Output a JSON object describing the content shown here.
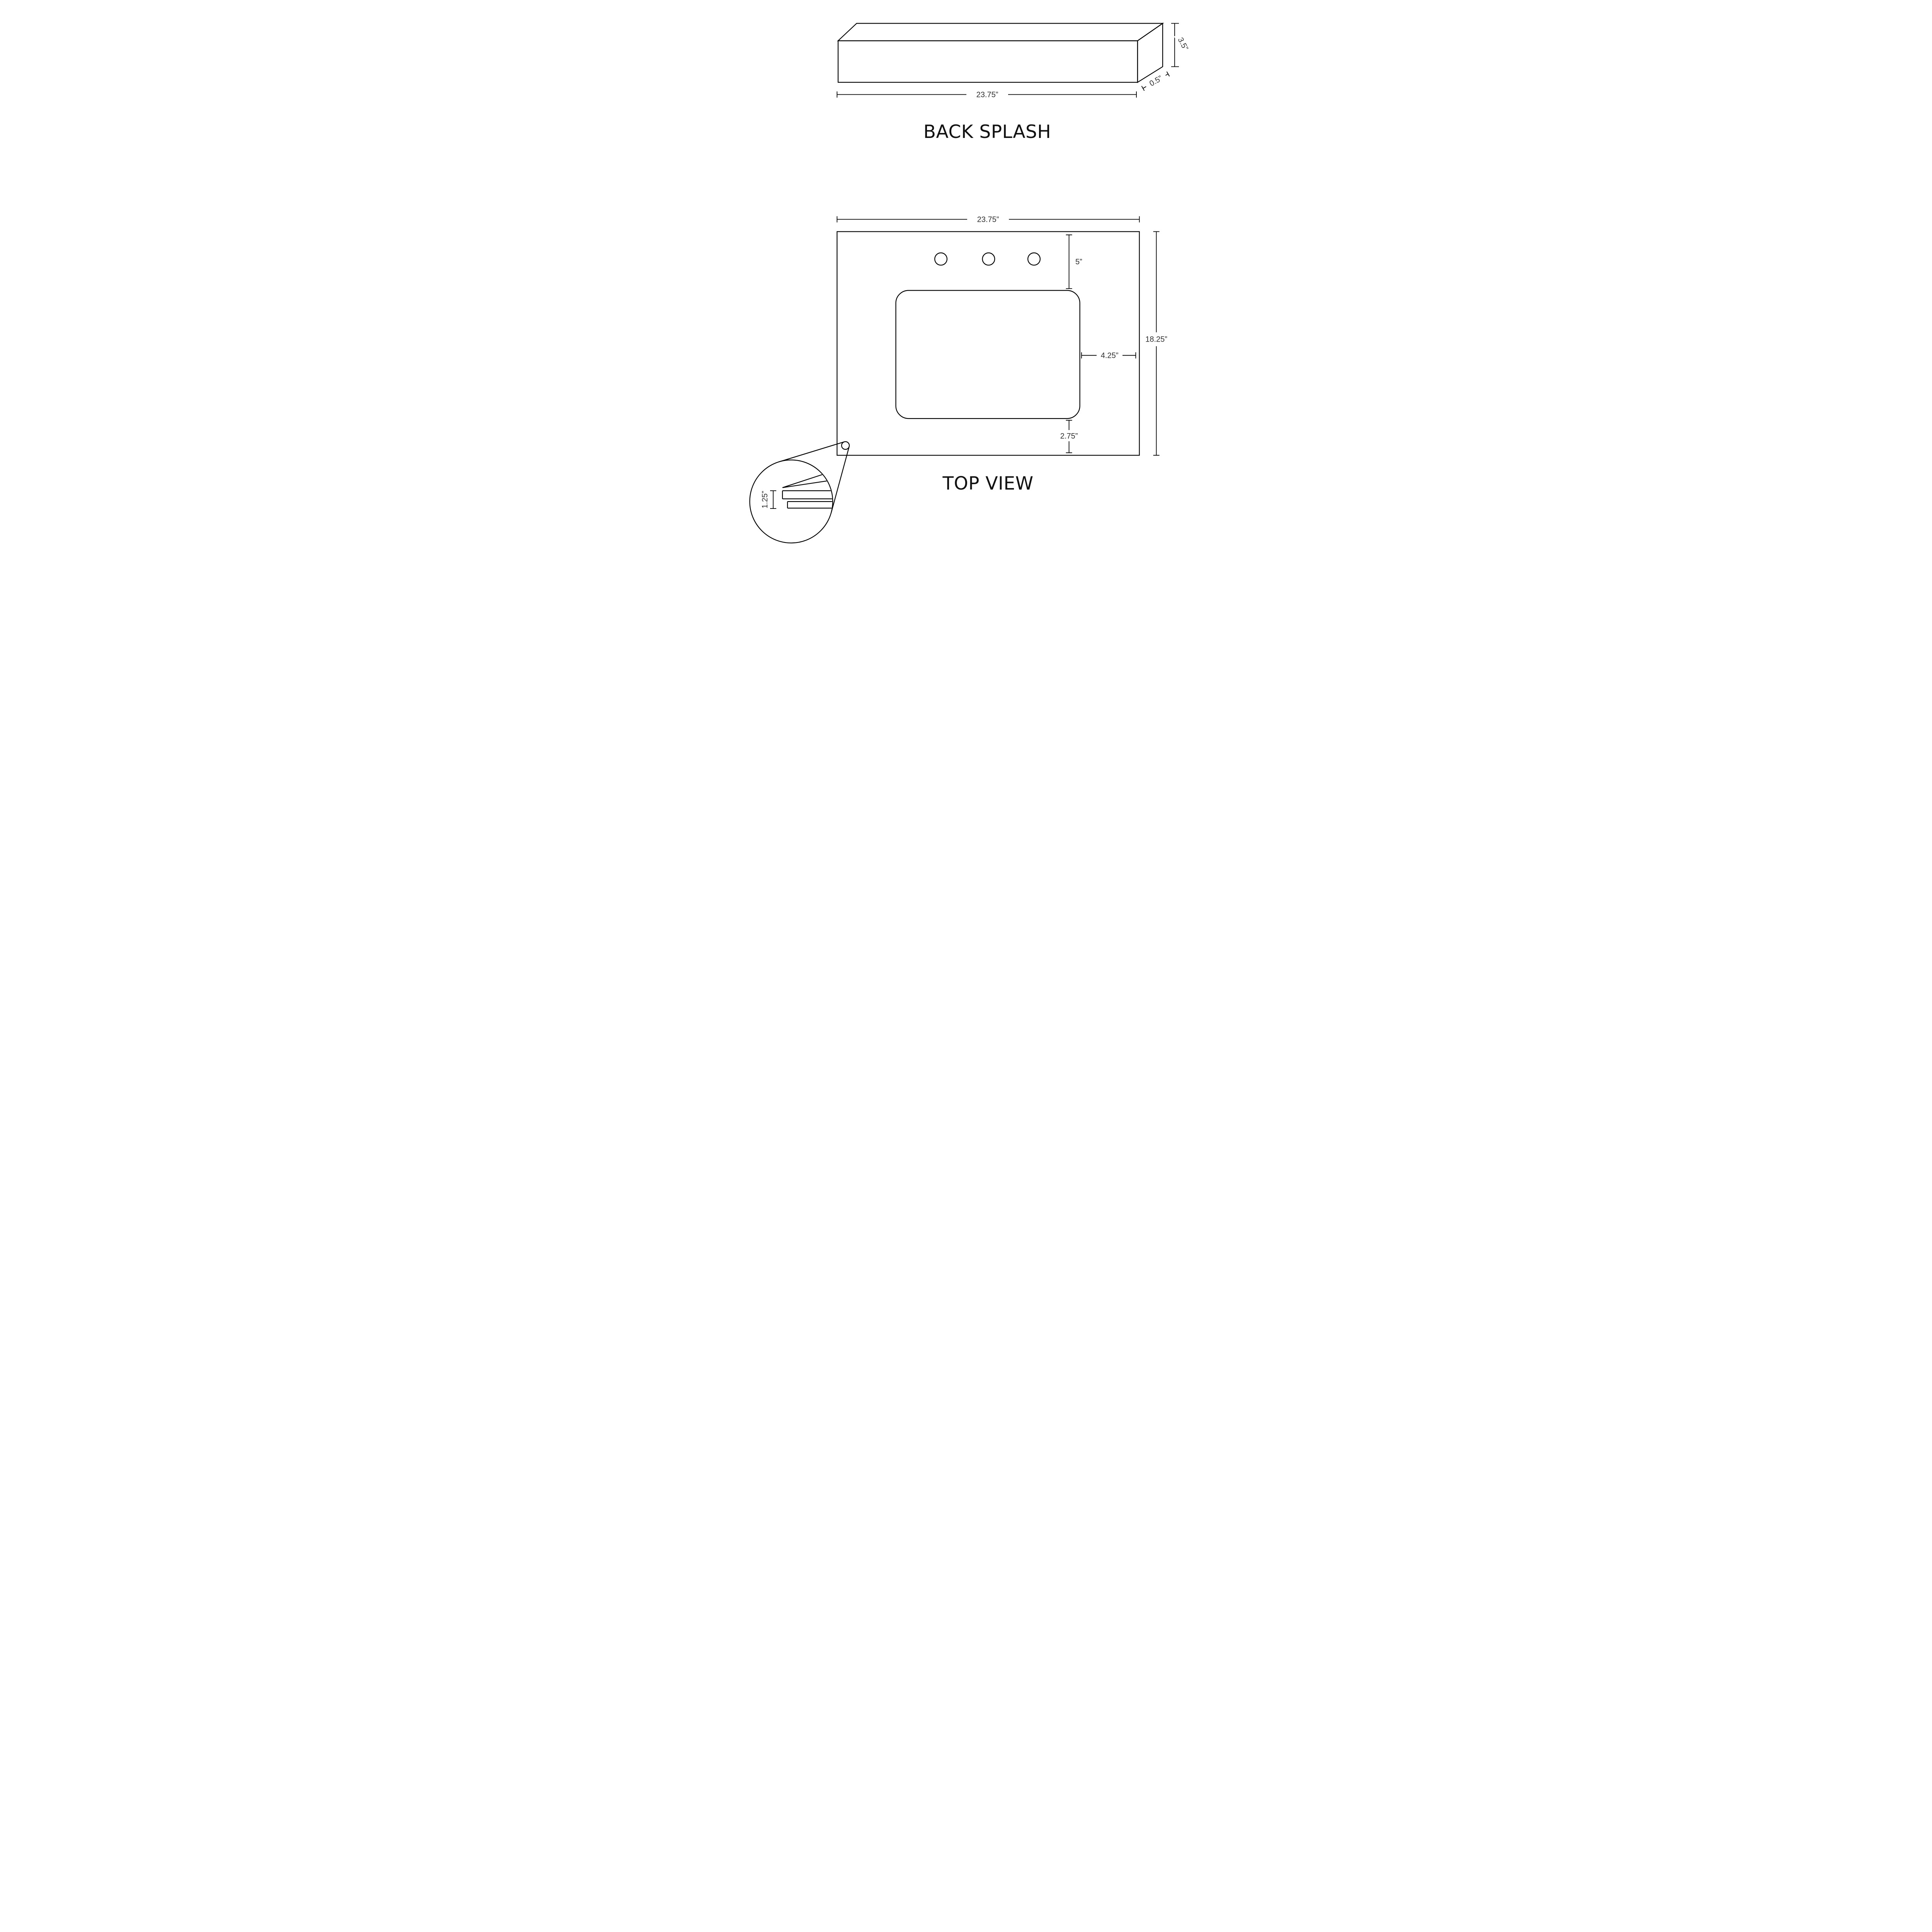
{
  "drawing": {
    "kind": "vanity-top-dimensional-drawing",
    "colors": {
      "line": "#000000",
      "dimension_text": "#2e2e2e",
      "title_text": "#111111",
      "background": "#ffffff"
    }
  },
  "backsplash": {
    "title": "BACK SPLASH",
    "dims": {
      "width": "23.75”",
      "height": "3.5”",
      "depth": "0.5”"
    }
  },
  "top_view": {
    "title": "TOP VIEW",
    "faucet_holes": 3,
    "dims": {
      "width": "23.75”",
      "depth": "18.25”",
      "faucet_to_cutout": "5”",
      "cutout_to_edge": "4.25”",
      "cutout_to_front": "2.75”"
    }
  },
  "edge_detail": {
    "dims": {
      "thickness": "1.25”"
    }
  }
}
